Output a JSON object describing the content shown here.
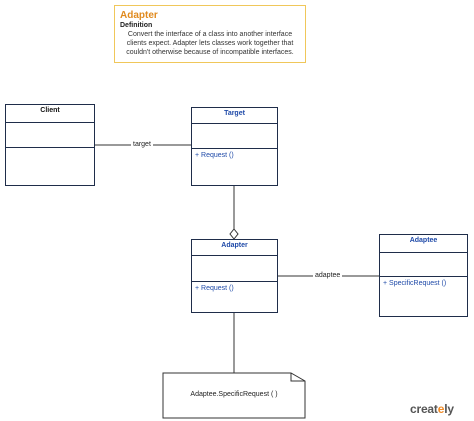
{
  "definition_note": {
    "title": "Adapter",
    "subtitle": "Definition",
    "body": "Convert the interface of a class into another interface clients expect. Adapter lets classes work together that couldn't otherwise because of incompatible interfaces."
  },
  "classes": {
    "client": {
      "name": "Client",
      "operation": ""
    },
    "target": {
      "name": "Target",
      "operation": "+ Request ()"
    },
    "adapter": {
      "name": "Adapter",
      "operation": "+ Request ()"
    },
    "adaptee": {
      "name": "Adaptee",
      "operation": "+ SpecificRequest ()"
    }
  },
  "associations": {
    "client_target": "target",
    "adapter_adaptee": "adaptee"
  },
  "code_note": {
    "text": "Adaptee.SpecificRequest ( )"
  },
  "watermark": {
    "logo_prefix": "creat",
    "logo_suffix": "ly"
  },
  "colors": {
    "note_border": "#f0c75a",
    "note_title": "#e08a1e",
    "class_border": "#1f2d4a",
    "class_text": "#1f4aa8"
  }
}
